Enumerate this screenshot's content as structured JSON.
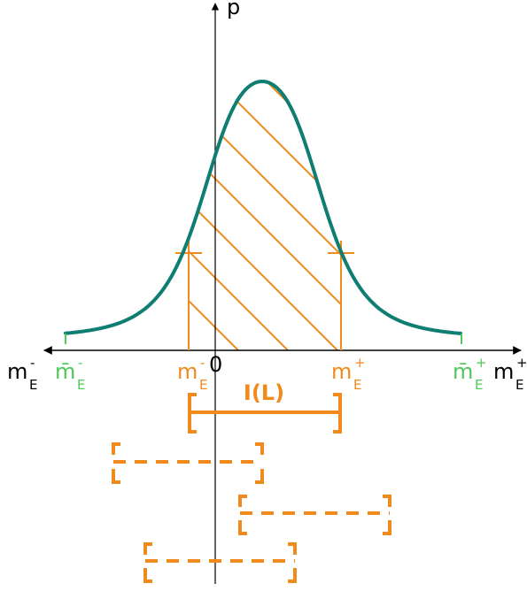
{
  "axis": {
    "y_label": "p",
    "x_left_label": {
      "base": "m",
      "sup": "-",
      "sub": "E"
    },
    "x_right_label": {
      "base": "m",
      "sup": "+",
      "sub": "E"
    },
    "origin_label": "0"
  },
  "bounds": {
    "green_left": {
      "base": "m̄",
      "sup": "-",
      "sub": "E"
    },
    "green_right": {
      "base": "m̄",
      "sup": "+",
      "sub": "E"
    },
    "orange_left": {
      "base": "m",
      "sup": "-",
      "sub": "E"
    },
    "orange_right": {
      "base": "m",
      "sup": "+",
      "sub": "E"
    }
  },
  "interval_label": "I(L)",
  "colors": {
    "curve": "#0e7d72",
    "interval": "#f08a1c",
    "bounds_green": "#4fc95a",
    "axis": "#000000"
  }
}
